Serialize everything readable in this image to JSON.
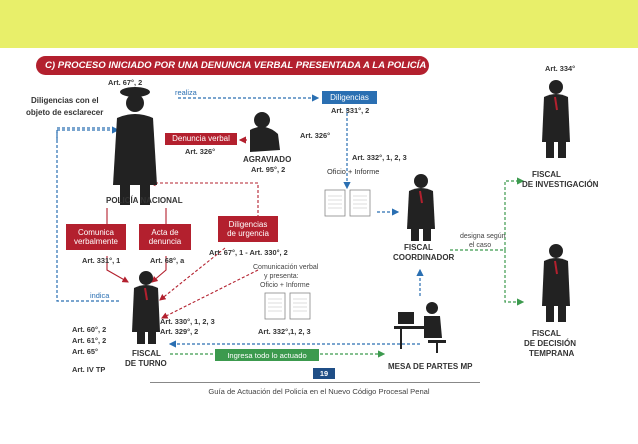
{
  "title": "C) PROCESO INICIADO POR UNA DENUNCIA VERBAL  PRESENTADA A LA POLICÍA NACIONAL",
  "labels": {
    "diligencias_esclarecer_1": "Diligencias con el",
    "diligencias_esclarecer_2": "objeto de esclarecer",
    "art_67_2": "Art. 67°, 2",
    "realiza": "realiza",
    "diligencias": "Diligencias",
    "art_331_2": "Art. 331°, 2",
    "art_334": "Art. 334°",
    "denuncia_verbal": "Denuncia verbal",
    "art_326_a": "Art. 326°",
    "art_326_b": "Art. 326°",
    "agraviado": "AGRAVIADO",
    "art_95_2": "Art. 95°, 2",
    "art_332_123_a": "Art. 332°, 1, 2, 3",
    "oficio_informe_a": "Oficio + Informe",
    "policia_nacional": "POLICÍA NACIONAL",
    "fiscal_investigacion_1": "FISCAL",
    "fiscal_investigacion_2": "DE INVESTIGACIÓN",
    "comunica_verbalmente_1": "Comunica",
    "comunica_verbalmente_2": "verbalmente",
    "acta_denuncia_1": "Acta de",
    "acta_denuncia_2": "denuncia",
    "diligencias_urgencia_1": "Diligencias",
    "diligencias_urgencia_2": "de urgencia",
    "art_331_1": "Art. 331°, 1",
    "art_68_a": "Art. 68°, a",
    "art_67_1_330_2": "Art. 67°, 1 - Art. 330°, 2",
    "fiscal_coordinador_1": "FISCAL",
    "fiscal_coordinador_2": "COORDINADOR",
    "designa_1": "designa según",
    "designa_2": "el caso",
    "comunicacion_verbal_1": "Comunicación verbal",
    "comunicacion_verbal_2": "y  presenta:",
    "comunicacion_verbal_3": "Oficio + Informe",
    "indica": "indica",
    "art_330_123": "Art. 330°, 1, 2, 3",
    "art_329_2": "Art. 329°, 2",
    "art_332_123_b": "Art. 332°,1, 2, 3",
    "art_60_2": "Art. 60°, 2",
    "art_61_2": "Art. 61°, 2",
    "art_65": "Art. 65°",
    "art_iv_tp": "Art. IV TP",
    "fiscal_turno_1": "FISCAL",
    "fiscal_turno_2": "DE TURNO",
    "ingresa": "Ingresa todo lo actuado",
    "mesa_partes": "MESA DE PARTES MP",
    "fiscal_decision_1": "FISCAL",
    "fiscal_decision_2": "DE DECISIÓN",
    "fiscal_decision_3": "TEMPRANA",
    "page_number": "19",
    "footer": "Guía de Actuación del Policía en el Nuevo Código Procesal Penal"
  },
  "colors": {
    "header_band": "#e8ef6a",
    "red": "#b3202e",
    "blue": "#2a6fb2",
    "green": "#3c9a4e",
    "page_badge": "#1f4e86"
  }
}
